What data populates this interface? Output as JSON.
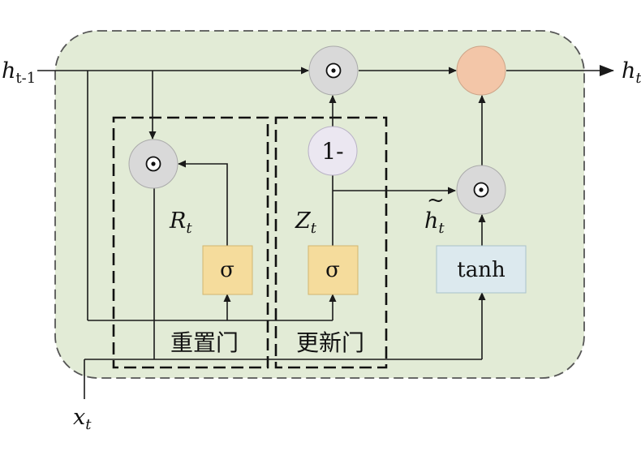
{
  "diagram": {
    "inputs": {
      "h_prev": {
        "base": "h",
        "sub": "t-1"
      },
      "x": {
        "base": "x",
        "sub": "t"
      }
    },
    "output": {
      "base": "h",
      "sub": "t"
    },
    "ops": {
      "multiply_symbol": "⊙",
      "one_minus": "1-",
      "sigma": "σ",
      "tanh": "tanh"
    },
    "signals": {
      "reset": {
        "base": "R",
        "sub": "t"
      },
      "update": {
        "base": "Z",
        "sub": "t"
      },
      "candidate": {
        "base": "h",
        "sub": "t",
        "accent": "~"
      }
    },
    "gate_labels": {
      "reset_gate": "重置门",
      "update_gate": "更新门"
    },
    "colors": {
      "cell_fill": "#e2ebd6",
      "cell_border": "#555555",
      "multiply_fill": "#d9d9d9",
      "one_minus_fill": "#ebe7f1",
      "sum_fill": "#f3c6a8",
      "sigma_fill": "#f5dc9c",
      "tanh_fill": "#dce9ee",
      "line": "#1a1a1a"
    }
  }
}
